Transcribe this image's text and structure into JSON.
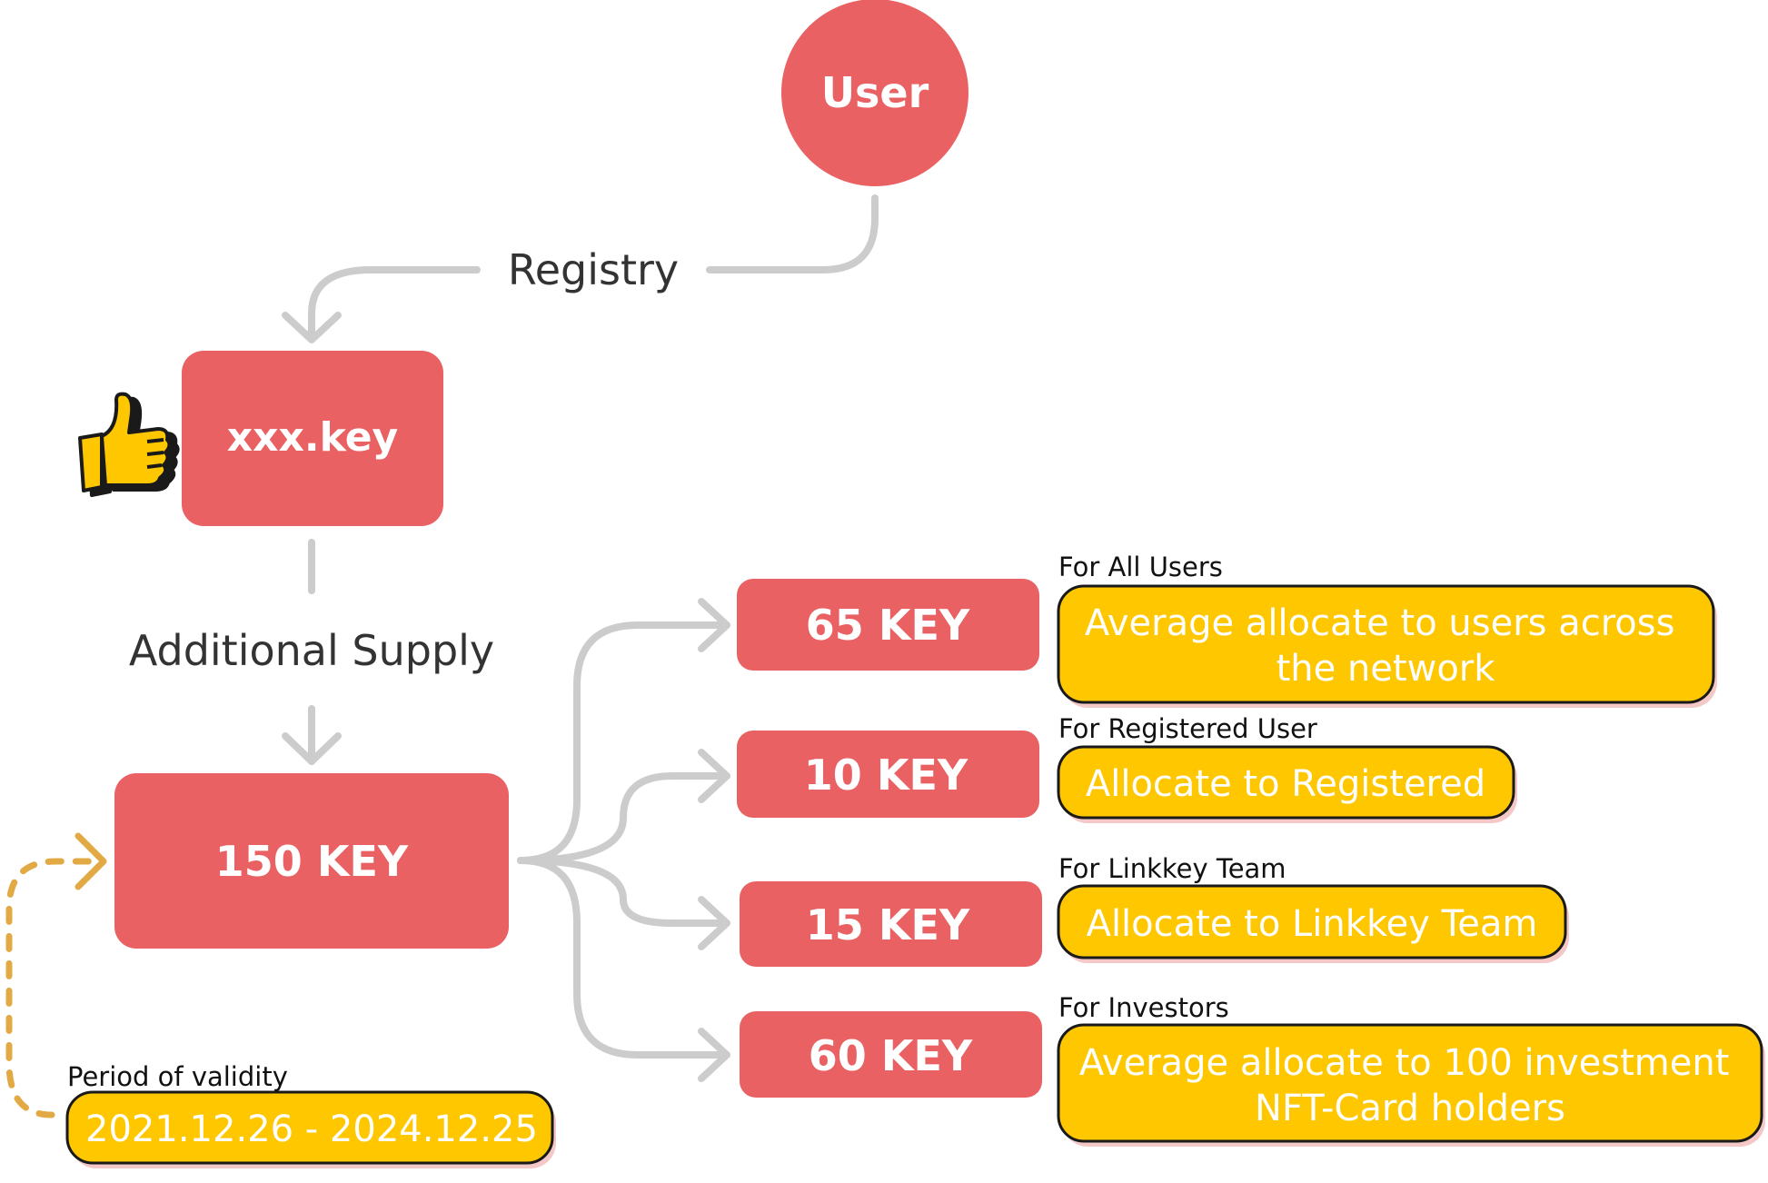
{
  "colors": {
    "node_fill": "#E96163",
    "note_fill": "#FFC700",
    "note_border": "#1A1A1A",
    "connector": "#CCCCCC",
    "validity_arrow": "#E2AA45",
    "note_shadow": "#F5C8C8"
  },
  "user": {
    "label": "User"
  },
  "registry": {
    "label": "Registry"
  },
  "domain_box": {
    "label": "xxx.key",
    "icon": "thumbs-up-icon"
  },
  "additional_supply": {
    "label": "Additional Supply"
  },
  "total": {
    "label": "150 KEY"
  },
  "validity": {
    "caption": "Period of validity",
    "value": "2021.12.26 - 2024.12.25"
  },
  "allocations": [
    {
      "label": "65 KEY",
      "caption": "For All Users",
      "note_lines": [
        "Average allocate to users across",
        "the network"
      ]
    },
    {
      "label": "10 KEY",
      "caption": "For Registered User",
      "note_lines": [
        "Allocate to Registered"
      ]
    },
    {
      "label": "15 KEY",
      "caption": "For Linkkey Team",
      "note_lines": [
        "Allocate to Linkkey Team"
      ]
    },
    {
      "label": "60 KEY",
      "caption": "For Investors",
      "note_lines": [
        "Average allocate to 100 investment",
        "NFT-Card holders"
      ]
    }
  ]
}
